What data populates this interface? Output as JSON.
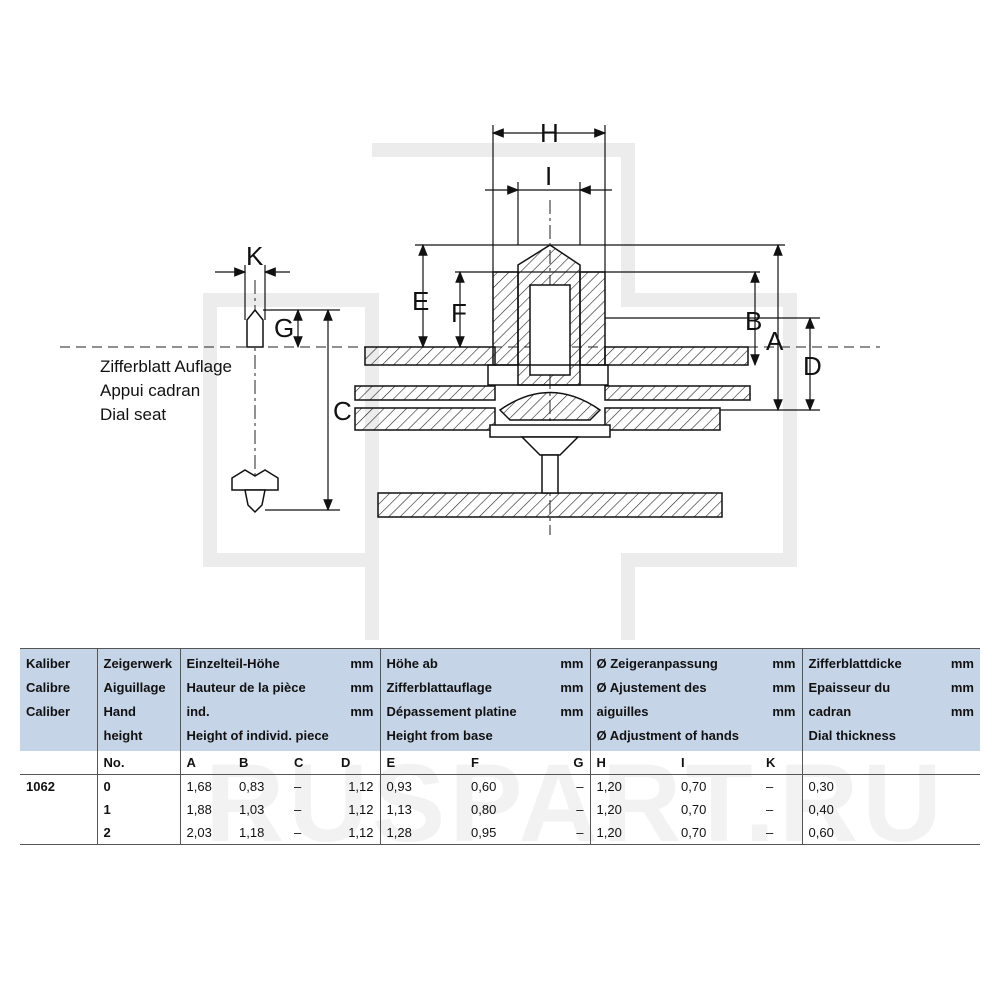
{
  "diagram": {
    "dimension_labels": [
      "H",
      "I",
      "K",
      "E",
      "F",
      "G",
      "B",
      "A",
      "D",
      "C"
    ],
    "dial_seat_labels": [
      "Zifferblatt Auflage",
      "Appui cadran",
      "Dial seat"
    ],
    "watermark": "RUSPART.RU"
  },
  "table": {
    "header": {
      "caliber": [
        "Kaliber",
        "Calibre",
        "Caliber"
      ],
      "hands": [
        "Zeigerwerk",
        "Aiguillage",
        "Hand height"
      ],
      "piece_height": [
        "Einzelteil-Höhe",
        "Hauteur de la pièce ind.",
        "Height of individ. piece"
      ],
      "height_from_base": [
        "Höhe ab Zifferblattauflage",
        "Dépassement platine",
        "Height from base"
      ],
      "adjustment": [
        "Ø Zeigeranpassung",
        "Ø Ajustement des aiguilles",
        "Ø Adjustment of hands"
      ],
      "dial_thickness": [
        "Zifferblattdicke",
        "Epaisseur du cadran",
        "Dial thickness"
      ],
      "unit": "mm"
    },
    "subheader": [
      "No.",
      "A",
      "B",
      "C",
      "D",
      "E",
      "F",
      "G",
      "H",
      "I",
      "K"
    ],
    "caliber": "1062",
    "rows": [
      {
        "no": "0",
        "A": "1,68",
        "B": "0,83",
        "C": "–",
        "D": "1,12",
        "E": "0,93",
        "F": "0,60",
        "G": "–",
        "H": "1,20",
        "I": "0,70",
        "K": "–",
        "dial": "0,30"
      },
      {
        "no": "1",
        "A": "1,88",
        "B": "1,03",
        "C": "–",
        "D": "1,12",
        "E": "1,13",
        "F": "0,80",
        "G": "–",
        "H": "1,20",
        "I": "0,70",
        "K": "–",
        "dial": "0,40"
      },
      {
        "no": "2",
        "A": "2,03",
        "B": "1,18",
        "C": "–",
        "D": "1,12",
        "E": "1,28",
        "F": "0,95",
        "G": "–",
        "H": "1,20",
        "I": "0,70",
        "K": "–",
        "dial": "0,60"
      }
    ]
  }
}
